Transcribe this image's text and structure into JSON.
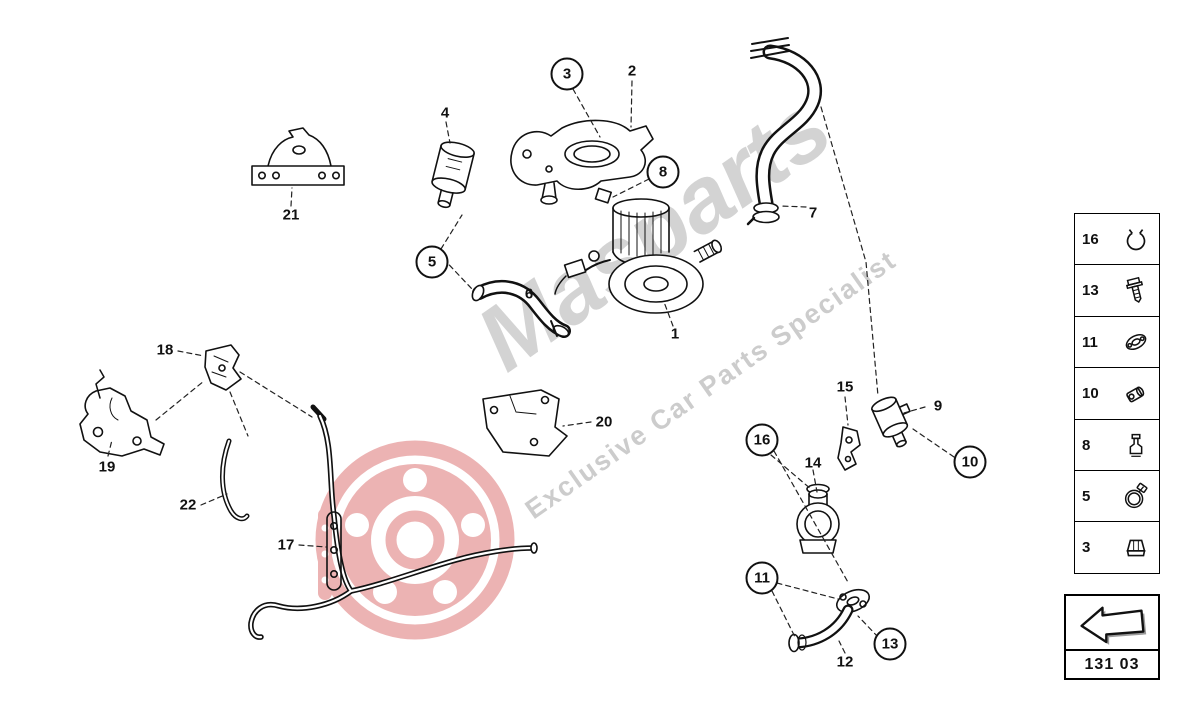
{
  "watermark": {
    "brand": "Masparts",
    "tagline": "Exclusive Car Parts Specialist"
  },
  "callouts": [
    {
      "label": "3",
      "circled": true
    },
    {
      "label": "2",
      "circled": false
    },
    {
      "label": "4",
      "circled": false
    },
    {
      "label": "8",
      "circled": true
    },
    {
      "label": "7",
      "circled": false
    },
    {
      "label": "5",
      "circled": true
    },
    {
      "label": "6",
      "circled": false
    },
    {
      "label": "1",
      "circled": false
    },
    {
      "label": "21",
      "circled": false
    },
    {
      "label": "18",
      "circled": false
    },
    {
      "label": "19",
      "circled": false
    },
    {
      "label": "22",
      "circled": false
    },
    {
      "label": "17",
      "circled": false
    },
    {
      "label": "20",
      "circled": false
    },
    {
      "label": "15",
      "circled": false
    },
    {
      "label": "9",
      "circled": false
    },
    {
      "label": "16",
      "circled": true
    },
    {
      "label": "10",
      "circled": true
    },
    {
      "label": "14",
      "circled": false
    },
    {
      "label": "11",
      "circled": true
    },
    {
      "label": "13",
      "circled": true
    },
    {
      "label": "12",
      "circled": false
    }
  ],
  "legend": {
    "items": [
      {
        "label": "16",
        "icon": "spring-clamp-icon"
      },
      {
        "label": "13",
        "icon": "flange-bolt-icon"
      },
      {
        "label": "11",
        "icon": "gasket-icon"
      },
      {
        "label": "10",
        "icon": "cap-bush-icon"
      },
      {
        "label": "8",
        "icon": "sensor-plug-icon"
      },
      {
        "label": "5",
        "icon": "hose-clamp-icon"
      },
      {
        "label": "3",
        "icon": "flange-nut-icon"
      }
    ]
  },
  "nav": {
    "code": "131 03"
  }
}
